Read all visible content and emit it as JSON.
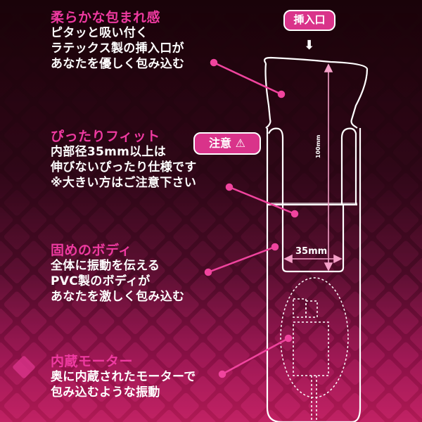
{
  "features": [
    {
      "heading": "柔らかな包まれ感",
      "lines": [
        "ピタッと吸い付く",
        "ラテックス製の挿入口が",
        "あなたを優しく包み込む"
      ]
    },
    {
      "heading": "ぴったりフィット",
      "lines": [
        "内部径35mm以上は",
        "伸びないぴったり仕様です",
        "※大きい方はご注意下さい"
      ]
    },
    {
      "heading": "固めのボディ",
      "lines": [
        "全体に振動を伝える",
        "PVC製のボディが",
        "あなたを激しく包み込む"
      ]
    },
    {
      "heading": "内蔵モーター",
      "lines": [
        "奥に内蔵されたモーターで",
        "包み込むような振動"
      ]
    }
  ],
  "badges": {
    "insert_port": "挿入口",
    "caution": "注意 ⚠"
  },
  "arrow_glyph": "⬇",
  "dimensions": {
    "width_label": "35mm",
    "length_label": "100mm"
  },
  "colors": {
    "accent_pink": "#ee3aa0",
    "badge_pink": "#d9338a",
    "leader_pink": "#f0449e",
    "dimension_pink": "#f4a0c8",
    "bg_dark": "#1a0309",
    "bg_bottom": "#b01a55"
  }
}
